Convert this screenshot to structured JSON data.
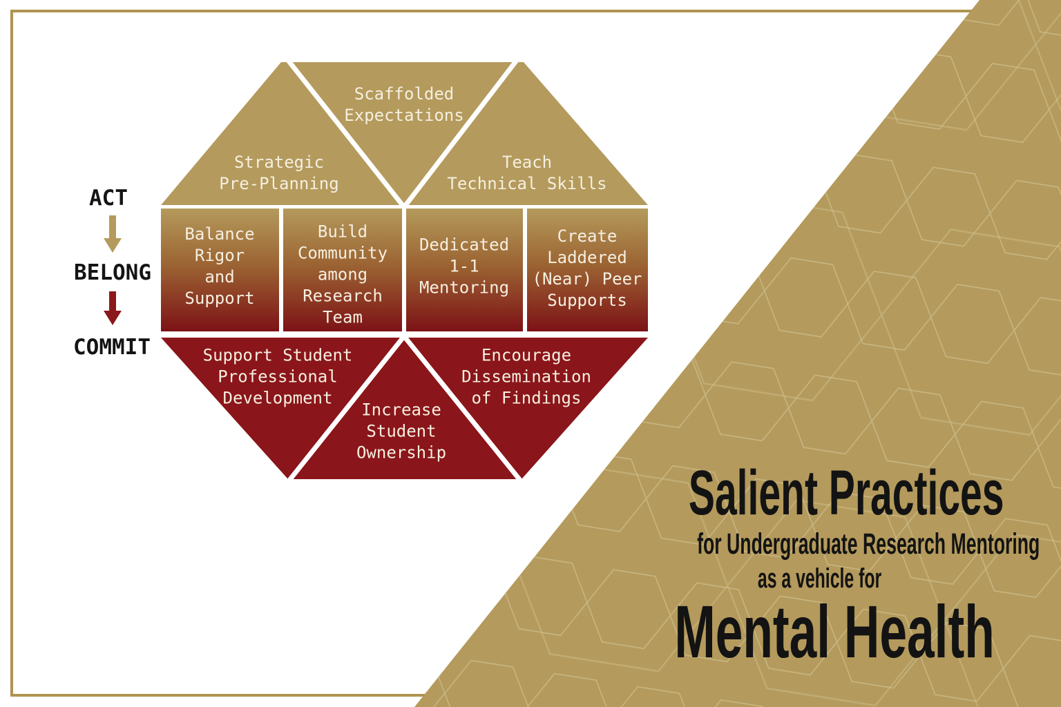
{
  "colors": {
    "gold": "#B49A5C",
    "maroon": "#8A151A",
    "gradient_top": "#B49A5C",
    "gradient_mid": "#9C6533",
    "gradient_bottom": "#7D1216",
    "border_gold": "#AE9450",
    "hex_line": "#CDBD8C",
    "divider_white": "#FFFFFF",
    "arrow_gold": "#B49A5C",
    "arrow_maroon": "#8B181B",
    "label_text": "#F5EFE0",
    "title_text": "#131313"
  },
  "axis": {
    "act": "ACT",
    "belong": "BELONG",
    "commit": "COMMIT"
  },
  "diagram": {
    "scaffolded": "Scaffolded\nExpectations",
    "strategic": "Strategic\nPre-Planning",
    "teach": "Teach\nTechnical Skills",
    "balance": "Balance\nRigor\nand\nSupport",
    "build": "Build\nCommunity\namong\nResearch\nTeam",
    "dedicated": "Dedicated\n1-1\nMentoring",
    "create": "Create\nLaddered\n(Near) Peer\nSupports",
    "support": "Support Student\nProfessional\nDevelopment",
    "increase": "Increase\nStudent\nOwnership",
    "encourage": "Encourage\nDissemination\nof Findings"
  },
  "title": {
    "line1": "Salient Practices",
    "line2": "for Undergraduate Research Mentoring",
    "line3": "as a vehicle for",
    "line4": "Mental Health"
  }
}
